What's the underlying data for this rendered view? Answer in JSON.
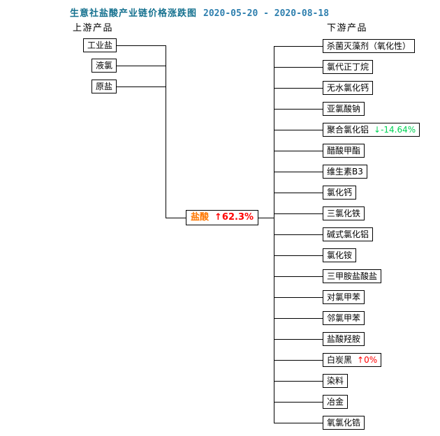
{
  "title": {
    "text": "生意社盐酸产业链价格涨跌图",
    "date_range": "2020-05-20 - 2020-08-18"
  },
  "upstream": {
    "header": "上游产品",
    "items": [
      {
        "label": "工业盐"
      },
      {
        "label": "液氯"
      },
      {
        "label": "原盐"
      }
    ]
  },
  "center": {
    "label": "盐酸",
    "arrow": "↑",
    "change": "62.3%",
    "direction": "up"
  },
  "downstream": {
    "header": "下游产品",
    "items": [
      {
        "label": "杀菌灭藻剂（氧化性）"
      },
      {
        "label": "氯代正丁烷"
      },
      {
        "label": "无水氯化钙"
      },
      {
        "label": "亚氯酸钠"
      },
      {
        "label": "聚合氯化铝",
        "arrow": "↓",
        "change": "-14.64%",
        "direction": "down"
      },
      {
        "label": "醋酸甲酯"
      },
      {
        "label": "维生素B3"
      },
      {
        "label": "氯化钙"
      },
      {
        "label": "三氯化铁"
      },
      {
        "label": "碱式氯化铝"
      },
      {
        "label": "氯化铵"
      },
      {
        "label": "三甲胺盐酸盐"
      },
      {
        "label": "对氯甲苯"
      },
      {
        "label": "邻氯甲苯"
      },
      {
        "label": "盐酸羟胺"
      },
      {
        "label": "白炭黑",
        "arrow": "↑",
        "change": "0%",
        "direction": "up"
      },
      {
        "label": "染料"
      },
      {
        "label": "冶金"
      },
      {
        "label": "氧氯化锆"
      }
    ]
  },
  "colors": {
    "title": "#15718f",
    "date": "#2e7fae",
    "up": "#ff0000",
    "down": "#00d455",
    "center_label": "#ff7700",
    "line": "#000000"
  }
}
